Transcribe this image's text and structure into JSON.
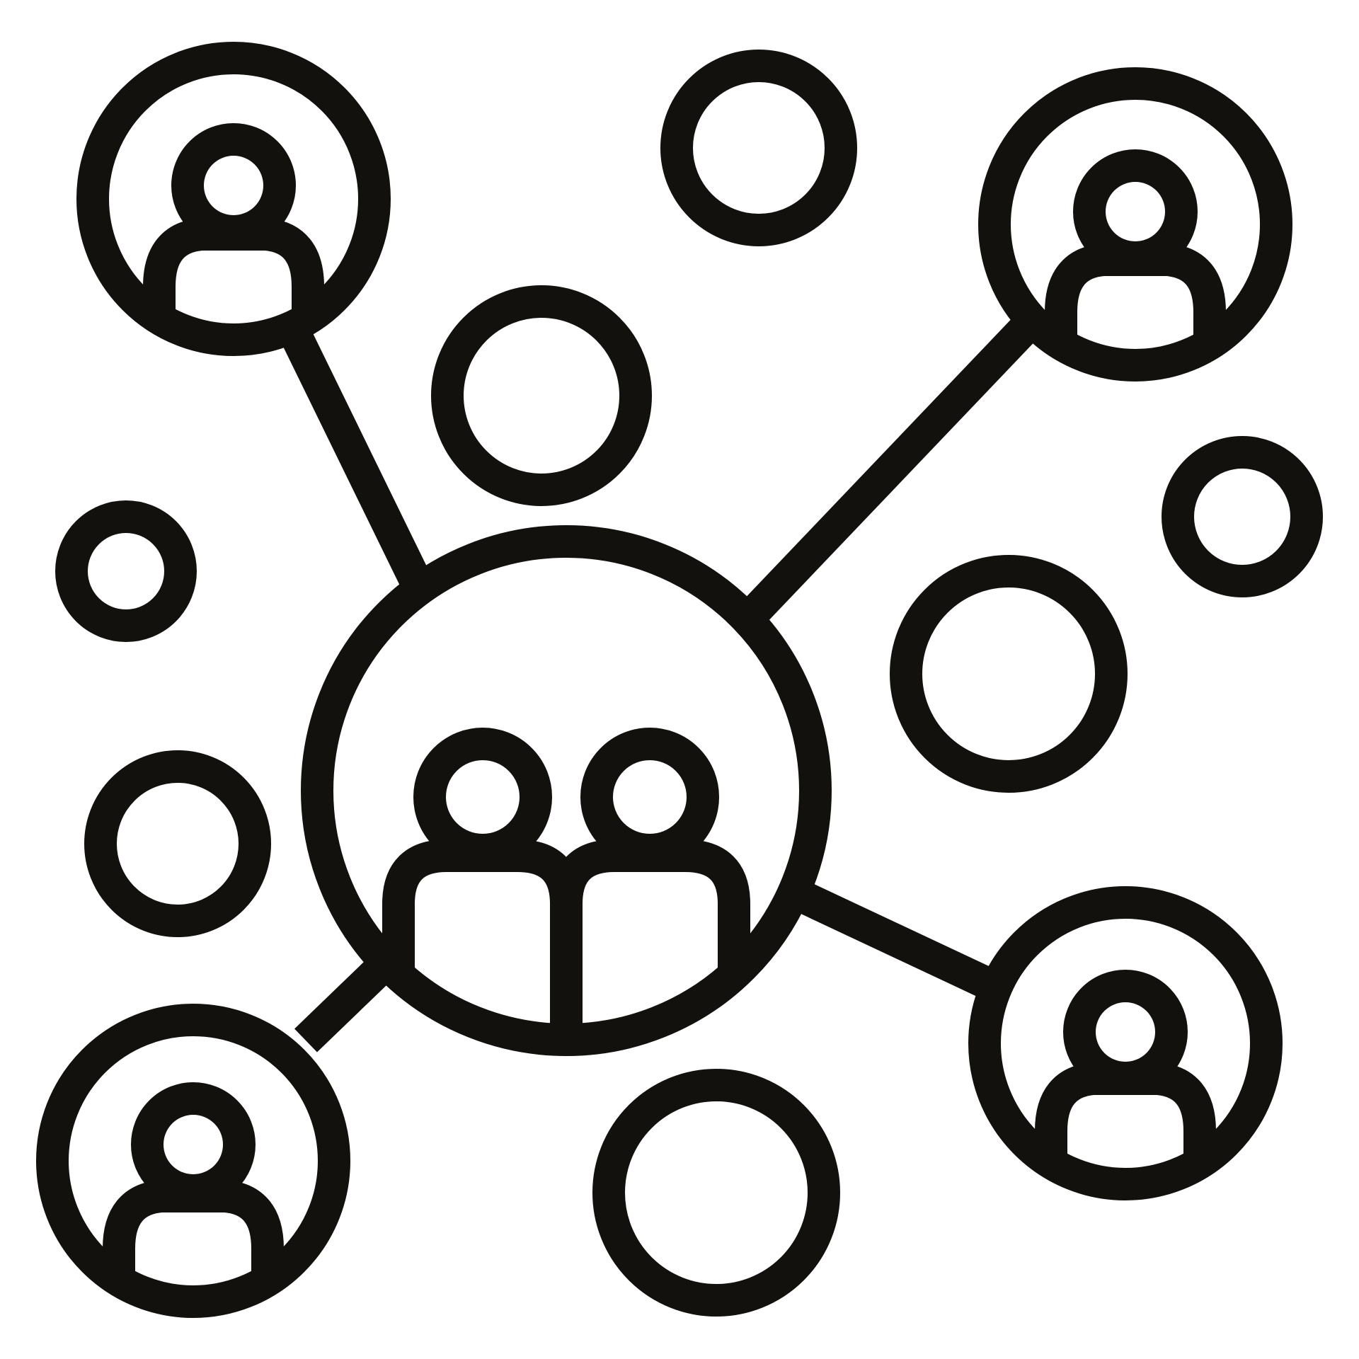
{
  "icon": {
    "name": "network-people-icon",
    "stroke_color": "#12110d",
    "background_color": "#ffffff",
    "style": "line-art"
  },
  "diagram": {
    "hub": {
      "name": "group-hub-node",
      "people_count": 2
    },
    "person_nodes": [
      {
        "name": "person-node-top-left",
        "people_count": 1
      },
      {
        "name": "person-node-top-right",
        "people_count": 1
      },
      {
        "name": "person-node-bottom-left",
        "people_count": 1
      },
      {
        "name": "person-node-bottom-right",
        "people_count": 1
      }
    ],
    "empty_nodes": [
      "empty-node-top-center",
      "empty-node-upper-middle",
      "empty-node-left-small",
      "empty-node-right-small",
      "empty-node-right-middle",
      "empty-node-left-middle",
      "empty-node-bottom-center"
    ],
    "connections": [
      {
        "from": "group-hub-node",
        "to": "person-node-top-left"
      },
      {
        "from": "group-hub-node",
        "to": "person-node-top-right"
      },
      {
        "from": "group-hub-node",
        "to": "person-node-bottom-left"
      },
      {
        "from": "group-hub-node",
        "to": "person-node-bottom-right"
      }
    ]
  }
}
